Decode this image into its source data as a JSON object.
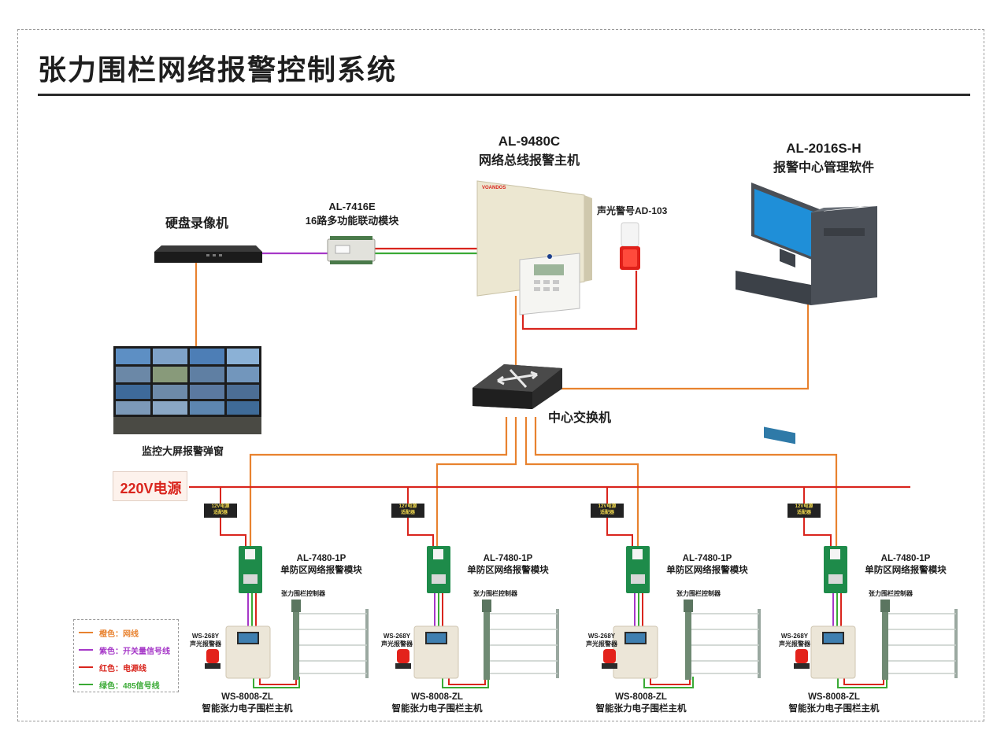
{
  "title": "张力围栏网络报警控制系统",
  "devices": {
    "host": {
      "model": "AL-9480C",
      "name": "网络总线报警主机",
      "brand": "VOANDOS"
    },
    "software": {
      "model": "AL-2016S-H",
      "name": "报警中心管理软件"
    },
    "dvr": {
      "name": "硬盘录像机"
    },
    "linkage": {
      "model": "AL-7416E",
      "name": "16路多功能联动模块"
    },
    "siren": {
      "name": "声光警号AD-103"
    },
    "videowall": {
      "name": "监控大屏报警弹窗"
    },
    "switch": {
      "name": "中心交换机"
    }
  },
  "power": {
    "label": "220V电源"
  },
  "adapter_text": [
    "12V电源",
    "适配器"
  ],
  "zones": [
    {
      "module_model": "AL-7480-1P",
      "module_name": "单防区网络报警模块",
      "controller_name": "张力围栏控制器",
      "alarm_model": "WS-268Y",
      "alarm_name": "声光报警器",
      "host_model": "WS-8008-ZL",
      "host_name": "智能张力电子围栏主机"
    },
    {
      "module_model": "AL-7480-1P",
      "module_name": "单防区网络报警模块",
      "controller_name": "张力围栏控制器",
      "alarm_model": "WS-268Y",
      "alarm_name": "声光报警器",
      "host_model": "WS-8008-ZL",
      "host_name": "智能张力电子围栏主机"
    },
    {
      "module_model": "AL-7480-1P",
      "module_name": "单防区网络报警模块",
      "controller_name": "张力围栏控制器",
      "alarm_model": "WS-268Y",
      "alarm_name": "声光报警器",
      "host_model": "WS-8008-ZL",
      "host_name": "智能张力电子围栏主机"
    },
    {
      "module_model": "AL-7480-1P",
      "module_name": "单防区网络报警模块",
      "controller_name": "张力围栏控制器",
      "alarm_model": "WS-268Y",
      "alarm_name": "声光报警器",
      "host_model": "WS-8008-ZL",
      "host_name": "智能张力电子围栏主机"
    }
  ],
  "legend": [
    {
      "label": "橙色：网线",
      "color": "#e8822f"
    },
    {
      "label": "紫色：开关量信号线",
      "color": "#a638c8"
    },
    {
      "label": "红色：电源线",
      "color": "#d9251d"
    },
    {
      "label": "绿色：485信号线",
      "color": "#3aaa35"
    }
  ],
  "colors": {
    "network": "#e8822f",
    "signal": "#a638c8",
    "power": "#d9251d",
    "rs485": "#3aaa35"
  }
}
